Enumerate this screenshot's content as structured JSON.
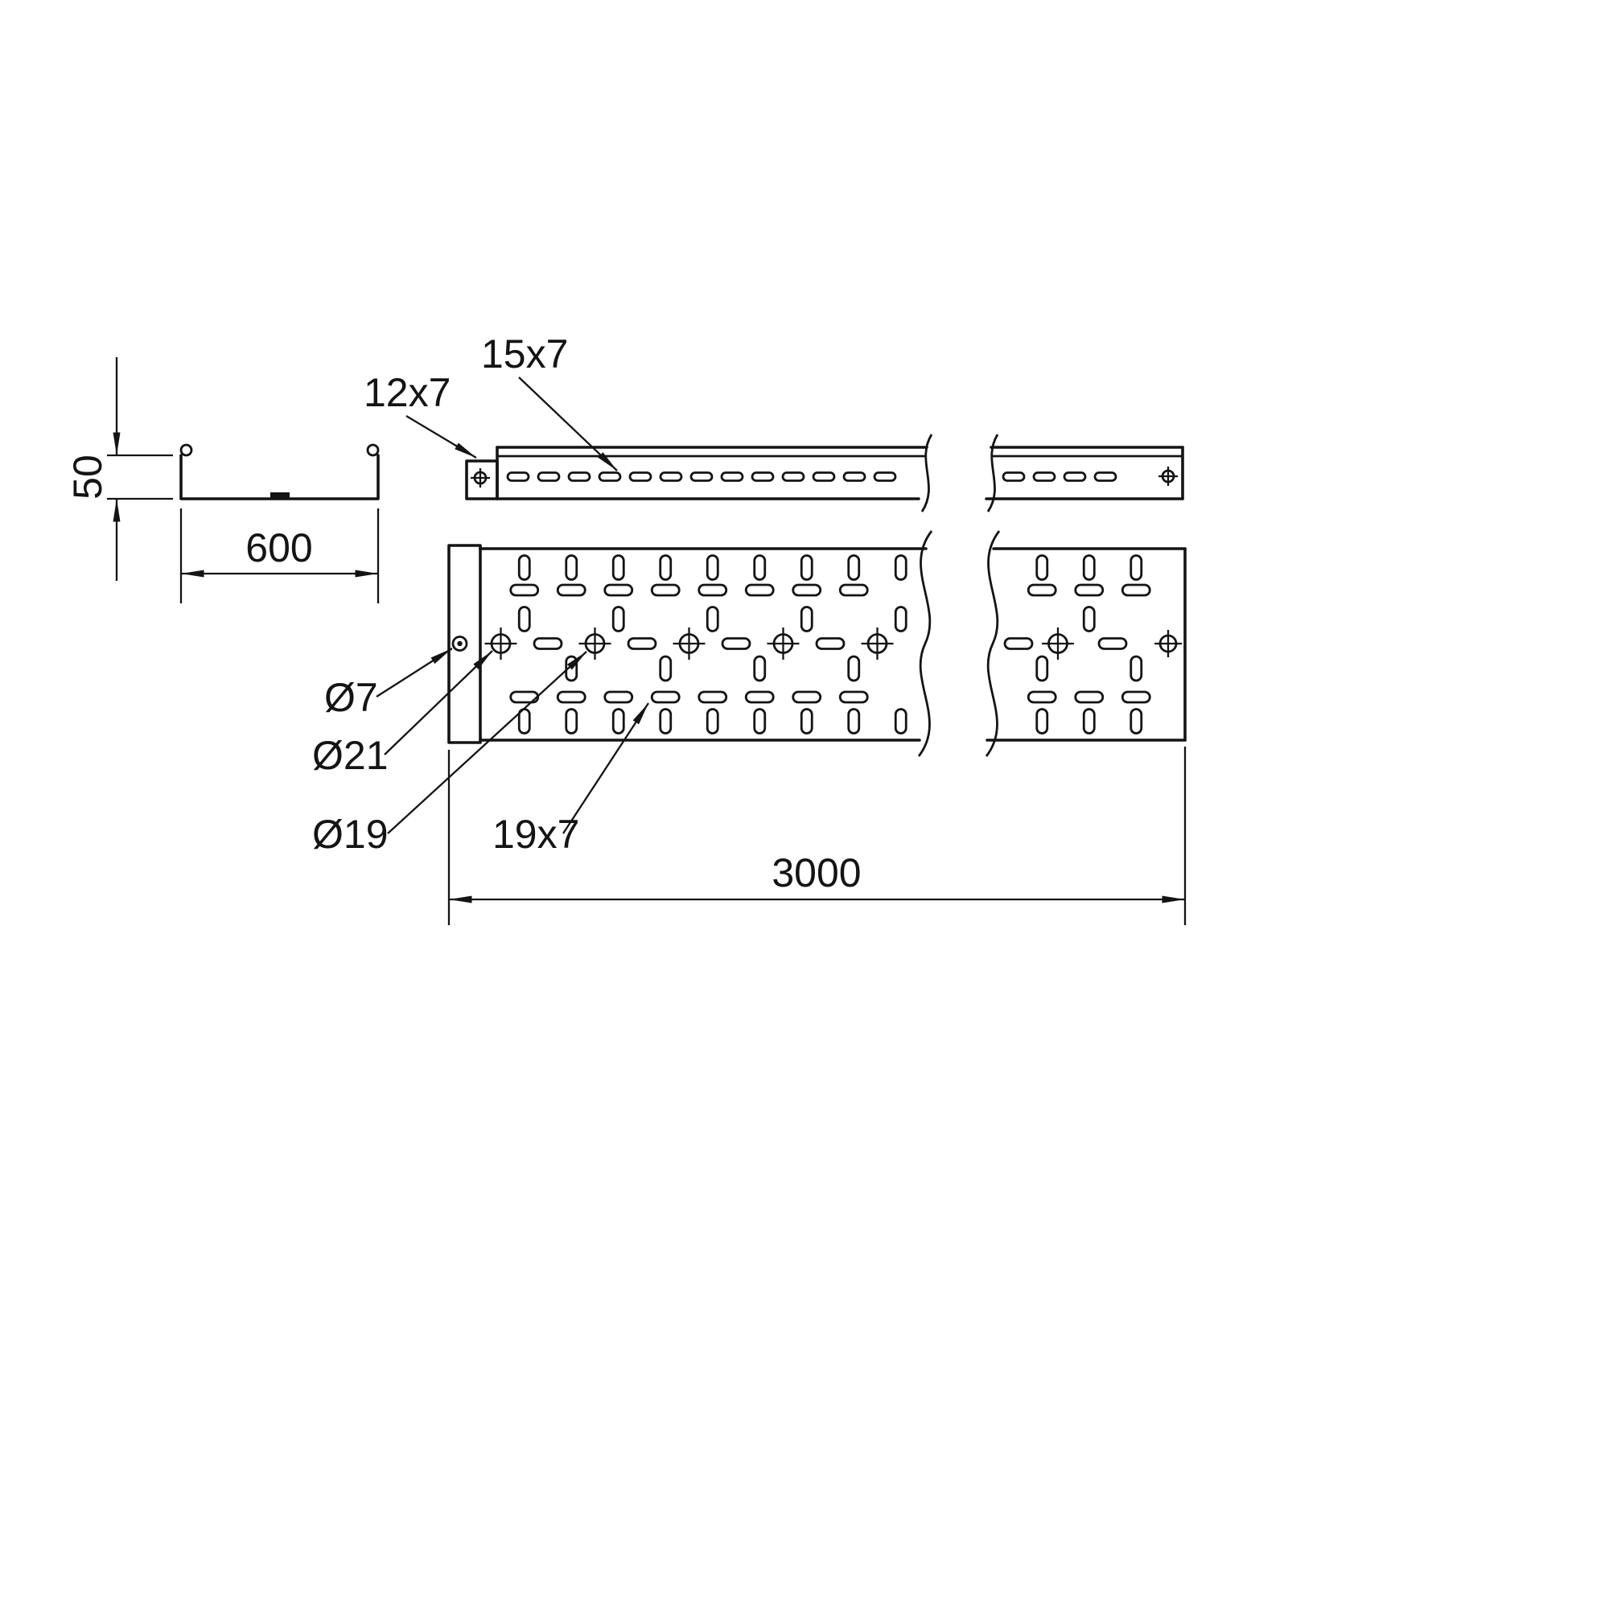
{
  "drawing": {
    "type": "cable-tray-technical-drawing",
    "dimensions": {
      "height": "50",
      "width": "600",
      "length": "3000"
    },
    "labels": {
      "side_slot_end": "12x7",
      "side_slot": "15x7",
      "hole_end": "Ø7",
      "hole_large": "Ø21",
      "hole_medium": "Ø19",
      "tray_slot": "19x7"
    },
    "colors": {
      "line": "#141414",
      "background": "#ffffff"
    }
  }
}
